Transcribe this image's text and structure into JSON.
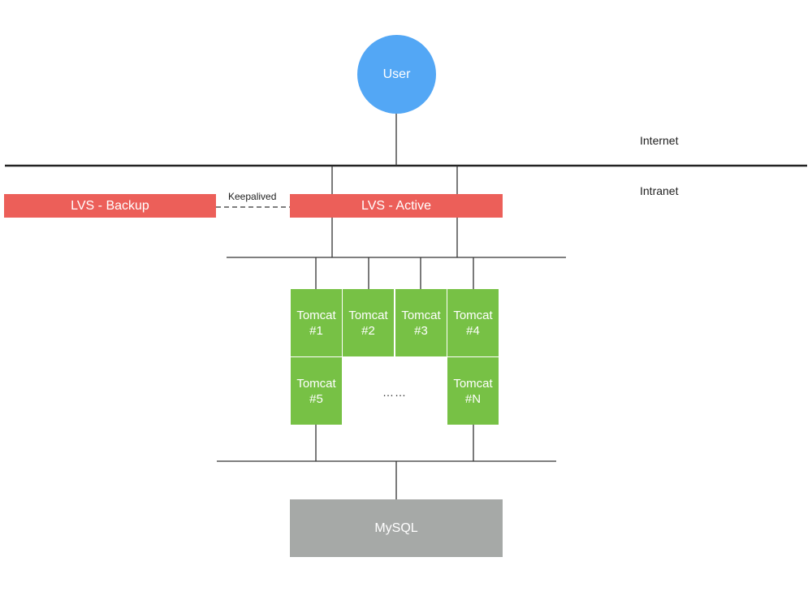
{
  "colors": {
    "user": "#53a7f5",
    "lvs": "#ec5f59",
    "tomcat": "#77c145",
    "mysql": "#a6a9a7",
    "line": "#333333"
  },
  "nodes": {
    "user": "User",
    "lvs_backup": "LVS - Backup",
    "lvs_active": "LVS - Active",
    "mysql": "MySQL"
  },
  "tomcats": [
    {
      "line1": "Tomcat",
      "line2": "#1"
    },
    {
      "line1": "Tomcat",
      "line2": "#2"
    },
    {
      "line1": "Tomcat",
      "line2": "#3"
    },
    {
      "line1": "Tomcat",
      "line2": "#4"
    },
    {
      "line1": "Tomcat",
      "line2": "#5"
    },
    {
      "line1": "Tomcat",
      "line2": "#N"
    }
  ],
  "labels": {
    "internet": "Internet",
    "intranet": "Intranet",
    "keepalived": "Keepalived",
    "ellipsis": "……"
  }
}
